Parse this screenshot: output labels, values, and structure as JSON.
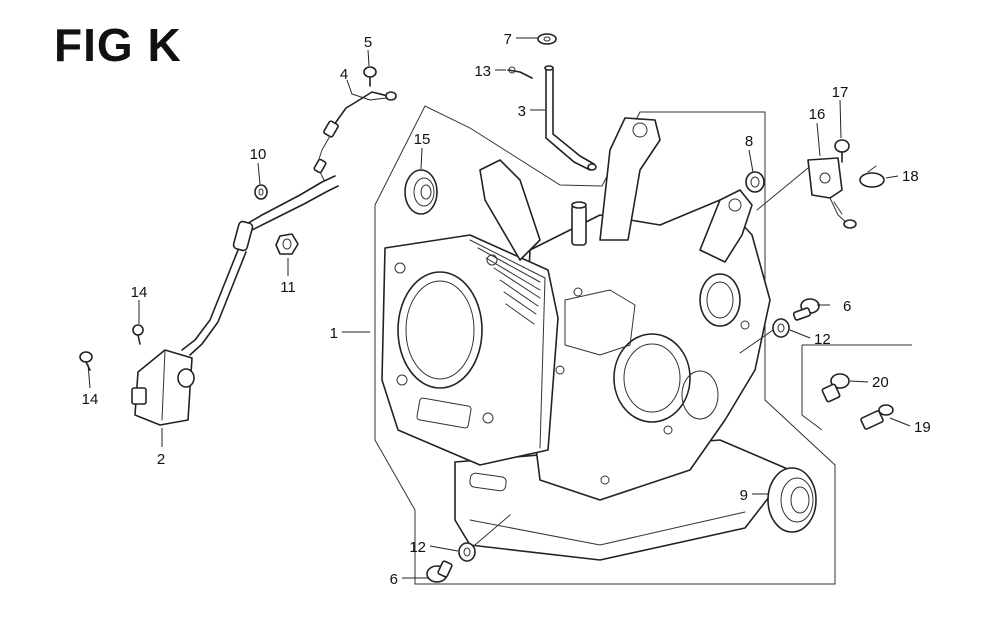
{
  "figure": {
    "title": "FIG K"
  },
  "callouts": [
    {
      "id": "c1",
      "label": "1"
    },
    {
      "id": "c2",
      "label": "2"
    },
    {
      "id": "c3",
      "label": "3"
    },
    {
      "id": "c4",
      "label": "4"
    },
    {
      "id": "c5",
      "label": "5"
    },
    {
      "id": "c6a",
      "label": "6"
    },
    {
      "id": "c6b",
      "label": "6"
    },
    {
      "id": "c7",
      "label": "7"
    },
    {
      "id": "c8",
      "label": "8"
    },
    {
      "id": "c9",
      "label": "9"
    },
    {
      "id": "c10",
      "label": "10"
    },
    {
      "id": "c11",
      "label": "11"
    },
    {
      "id": "c12a",
      "label": "12"
    },
    {
      "id": "c12b",
      "label": "12"
    },
    {
      "id": "c13",
      "label": "13"
    },
    {
      "id": "c14a",
      "label": "14"
    },
    {
      "id": "c14b",
      "label": "14"
    },
    {
      "id": "c15",
      "label": "15"
    },
    {
      "id": "c16",
      "label": "16"
    },
    {
      "id": "c17",
      "label": "17"
    },
    {
      "id": "c18",
      "label": "18"
    },
    {
      "id": "c19",
      "label": "19"
    },
    {
      "id": "c20",
      "label": "20"
    }
  ]
}
